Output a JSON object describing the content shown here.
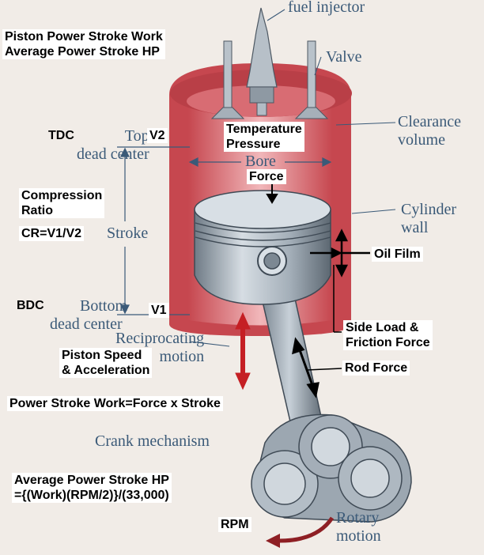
{
  "colors": {
    "background": "#f1ece7",
    "cylinder": "#d9737a",
    "cylinder_wall": "#c6474f",
    "engine_text": "#3b5a78",
    "metal": "#9aa6b1",
    "arrow_red": "#c51f24"
  },
  "labels": {
    "fuel_injector": "fuel injector",
    "valve": "Valve",
    "clearance_volume": "Clearance\nvolume",
    "top_dead_center": "Top\ndead center",
    "bore": "Bore",
    "cylinder_wall": "Cylinder\nwall",
    "stroke": "Stroke",
    "bottom_dead_center": "Bottom\ndead center",
    "reciprocating_motion": "Reciprocating\nmotion",
    "crank_mechanism": "Crank mechanism",
    "rotary_motion": "Rotary\nmotion"
  },
  "annotations": {
    "title": "Piston Power Stroke Work\nAverage Power Stroke HP",
    "tdc": "TDC",
    "v2": "V2",
    "temperature_pressure": "Temperature\nPressure",
    "force": "Force",
    "compression_ratio": "Compression\nRatio",
    "cr_formula": "CR=V1/V2",
    "oil_film": "Oil Film",
    "bdc": "BDC",
    "v1": "V1",
    "side_load": "Side Load &\nFriction Force",
    "piston_speed": "Piston Speed\n& Acceleration",
    "rod_force": "Rod Force",
    "work_formula": "Power Stroke Work=Force x Stroke",
    "hp_formula": "Average Power Stroke HP\n={(Work)(RPM/2)}/(33,000)",
    "rpm": "RPM"
  }
}
